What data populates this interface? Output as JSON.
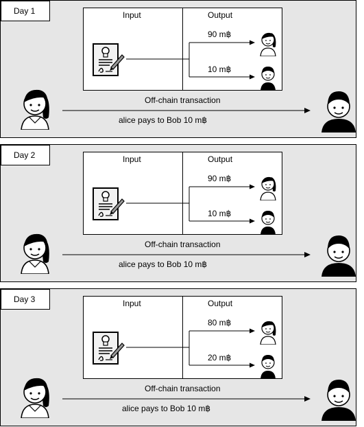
{
  "panels": [
    {
      "day_label": "Day 1",
      "input_header": "Input",
      "output_header": "Output",
      "out_top_amount": "90 m฿",
      "out_bottom_amount": "10 m฿",
      "channel_label": "Off-chain transaction",
      "payment_label": "alice pays to Bob 10 m฿"
    },
    {
      "day_label": "Day 2",
      "input_header": "Input",
      "output_header": "Output",
      "out_top_amount": "90 m฿",
      "out_bottom_amount": "10 m฿",
      "channel_label": "Off-chain transaction",
      "payment_label": "alice pays to Bob 10 m฿"
    },
    {
      "day_label": "Day 3",
      "input_header": "Input",
      "output_header": "Output",
      "out_top_amount": "80 m฿",
      "out_bottom_amount": "20 m฿",
      "channel_label": "Off-chain transaction",
      "payment_label": "alice pays to Bob 10 m฿"
    }
  ],
  "colors": {
    "panel_background": "#e6e6e6",
    "box_background": "#ffffff",
    "stroke": "#000000"
  },
  "icons": {
    "input": "signed-document-icon",
    "alice": "woman-avatar-icon",
    "bob": "man-avatar-icon"
  }
}
